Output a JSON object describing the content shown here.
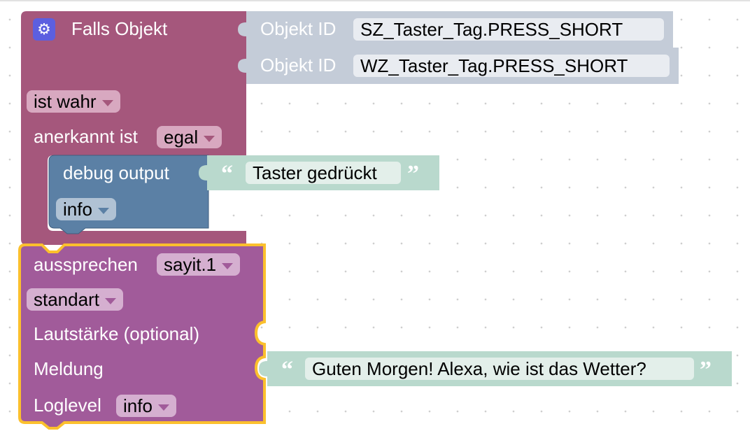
{
  "colors": {
    "event_block": "#a5577c",
    "event_dropdown": "#d8a8c0",
    "object_input": "#c4ccd8",
    "object_field": "#e9ecf1",
    "debug_block": "#5b80a5",
    "debug_dropdown": "#b0c2d4",
    "text_block": "#b9d9cd",
    "text_field": "#e3efea",
    "say_block": "#a15b9a",
    "say_dropdown": "#d5afd0",
    "selection": "#fbc02d"
  },
  "trigger": {
    "title": "Falls Objekt",
    "icon": "gear-icon",
    "objects": [
      {
        "label": "Objekt ID",
        "value": "SZ_Taster_Tag.PRESS_SHORT"
      },
      {
        "label": "Objekt ID",
        "value": "WZ_Taster_Tag.PRESS_SHORT"
      }
    ],
    "condition": "ist wahr",
    "ack_label": "anerkannt ist",
    "ack_value": "egal"
  },
  "debug": {
    "label": "debug output",
    "text": "Taster gedrückt",
    "level": "info"
  },
  "say": {
    "label": "aussprechen",
    "instance": "sayit.1",
    "mode": "standart",
    "volume_label": "Lautstärke (optional)",
    "message_label": "Meldung",
    "message_text": "Guten Morgen! Alexa, wie ist das Wetter?",
    "loglevel_label": "Loglevel",
    "loglevel": "info"
  }
}
